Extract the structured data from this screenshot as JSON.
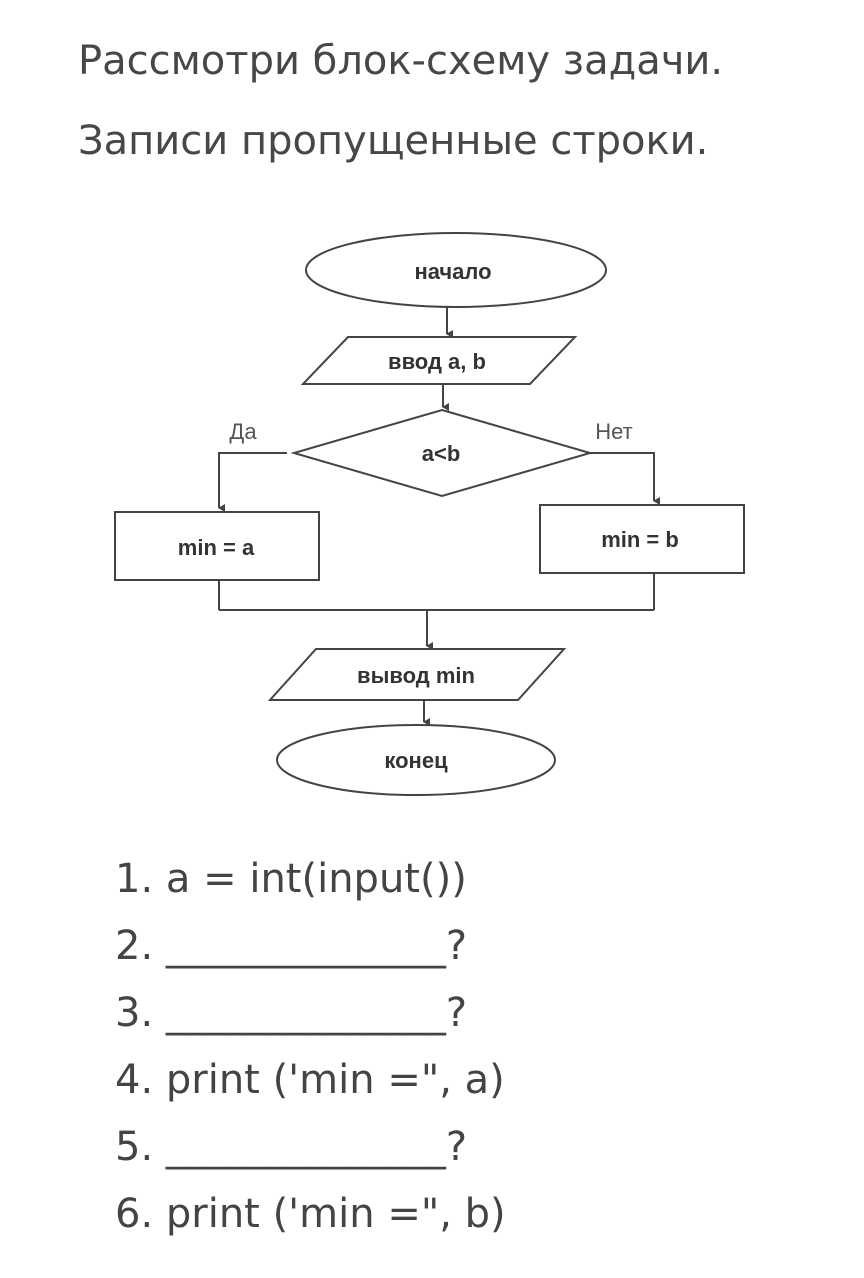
{
  "task": {
    "line1": "Рассмотри блок-схему задачи.",
    "line2": "Записи пропущенные строки."
  },
  "flowchart": {
    "start": "начало",
    "input": "ввод a, b",
    "condition": "a<b",
    "yes_label": "Да",
    "no_label": "Нет",
    "yes_action": "min = a",
    "no_action": "min = b",
    "output": "вывод min",
    "end": "конец"
  },
  "answers": [
    {
      "text": "1. a = int(input())"
    },
    {
      "text": "2. ______________?"
    },
    {
      "text": "3. ______________?"
    },
    {
      "text": "4. print ('min =\", a)"
    },
    {
      "text": "5. ______________?"
    },
    {
      "text": "6. print ('min =\", b)"
    }
  ],
  "colors": {
    "stroke": "#444444",
    "text": "#333333",
    "heading": "#474747"
  }
}
